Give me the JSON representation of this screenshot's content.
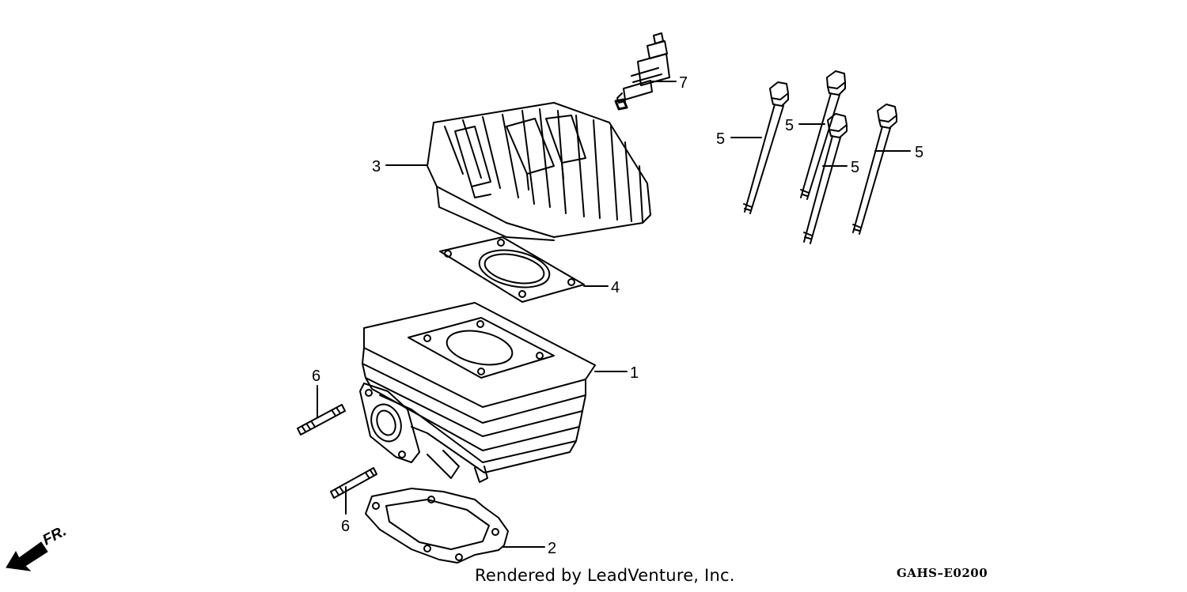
{
  "diagram": {
    "callouts": {
      "c1": "1",
      "c2": "2",
      "c3": "3",
      "c4": "4",
      "c5a": "5",
      "c5b": "5",
      "c5c": "5",
      "c5d": "5",
      "c6a": "6",
      "c6b": "6",
      "c7": "7"
    },
    "front_marker": "FR.",
    "footer_text": "Rendered by LeadVenture, Inc.",
    "diagram_code": "GAHS–E0200"
  },
  "colors": {
    "line": "#000000",
    "background": "#ffffff"
  }
}
